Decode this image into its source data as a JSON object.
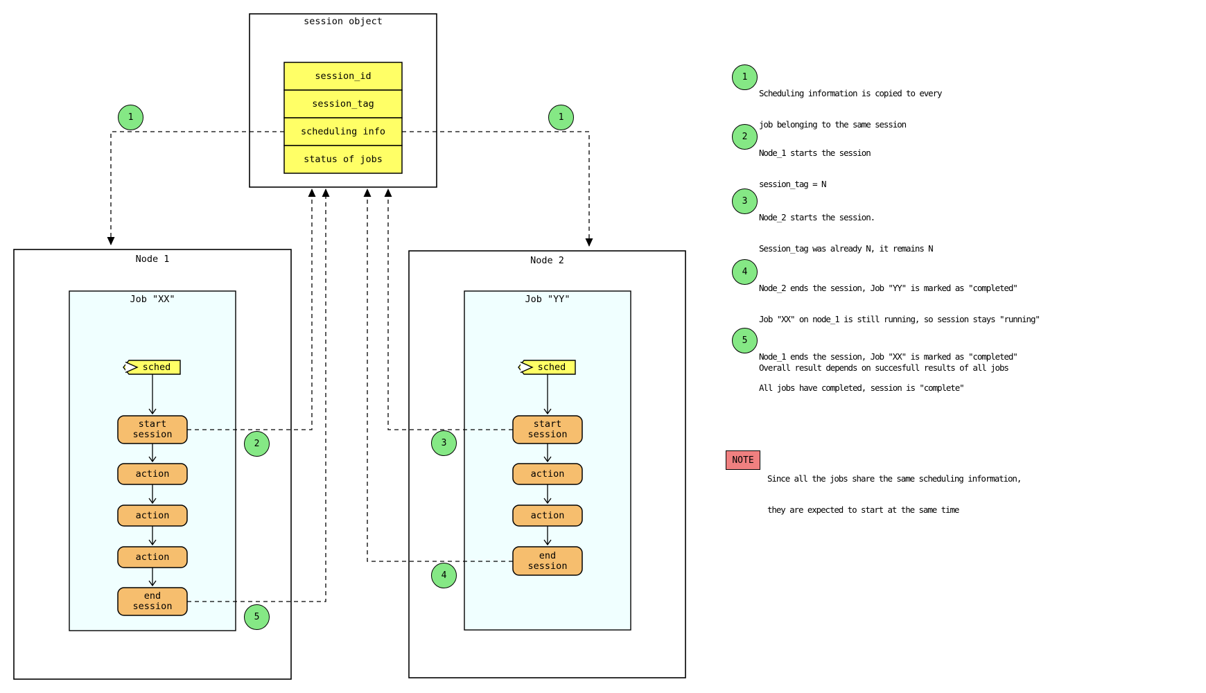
{
  "colors": {
    "yellow": "#FFFF66",
    "orange": "#F6BE6E",
    "green": "#85E885",
    "note_red": "#F08080",
    "job_bg": "#F0FFFF"
  },
  "session_object": {
    "title": "session object",
    "fields": [
      "session_id",
      "session_tag",
      "scheduling info",
      "status of jobs"
    ]
  },
  "node1": {
    "title": "Node 1",
    "job_title": "Job \"XX\"",
    "sched_label": "sched",
    "steps": [
      "start\nsession",
      "action",
      "action",
      "action",
      "end\nsession"
    ]
  },
  "node2": {
    "title": "Node 2",
    "job_title": "Job \"YY\"",
    "sched_label": "sched",
    "steps": [
      "start\nsession",
      "action",
      "action",
      "end\nsession"
    ]
  },
  "badges": {
    "copy_left": "1",
    "copy_right": "1",
    "start_xx": "2",
    "start_yy": "3",
    "end_yy": "4",
    "end_xx": "5"
  },
  "annotations": [
    {
      "num": "1",
      "lines": [
        "Scheduling information is copied to every",
        "job belonging to the same session"
      ]
    },
    {
      "num": "2",
      "lines": [
        "Node_1 starts the session",
        "session_tag = N"
      ]
    },
    {
      "num": "3",
      "lines": [
        "Node_2 starts the session.",
        "Session_tag was already N, it remains N"
      ]
    },
    {
      "num": "4",
      "lines": [
        "Node_2 ends the session, Job \"YY\" is marked as \"completed\"",
        "Job \"XX\" on node_1 is still running, so session stays \"running\""
      ]
    },
    {
      "num": "5",
      "lines": [
        "Node_1 ends the session, Job \"XX\" is marked as \"completed\"",
        "All jobs have completed, session is \"complete\""
      ]
    }
  ],
  "footnote": "Overall result depends on succesfull results of all jobs",
  "note": {
    "label": "NOTE",
    "lines": [
      "Since all the jobs share the same scheduling information,",
      "they are expected to start at the same time"
    ]
  }
}
